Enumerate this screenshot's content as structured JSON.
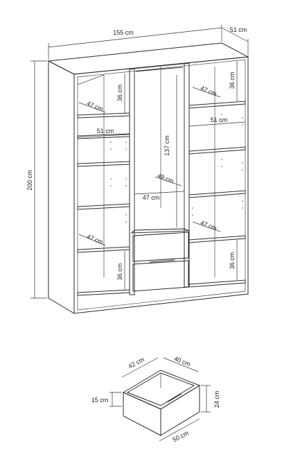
{
  "wardrobe": {
    "overall_width": "155 cm",
    "overall_depth": "51 cm",
    "overall_height": "200 cm",
    "shelf_height_top_left": "36 cm",
    "shelf_depth_left": "47 cm",
    "shelf_width_left": "51 cm",
    "shelf_height_top_right": "36 cm",
    "shelf_depth_right_top": "47 cm",
    "shelf_width_right": "51 cm",
    "rail_height": "137 cm",
    "center_depth": "49 cm",
    "center_width": "47 cm",
    "shelf_depth_left_bottom": "47 cm",
    "shelf_height_bottom_left": "36 cm",
    "shelf_depth_right_bottom": "47 cm",
    "shelf_height_bottom_right": "36 cm"
  },
  "drawer": {
    "back_width": "42 cm",
    "depth": "40 cm",
    "inner_height": "15 cm",
    "outer_height": "24 cm",
    "front_width": "50 cm"
  }
}
